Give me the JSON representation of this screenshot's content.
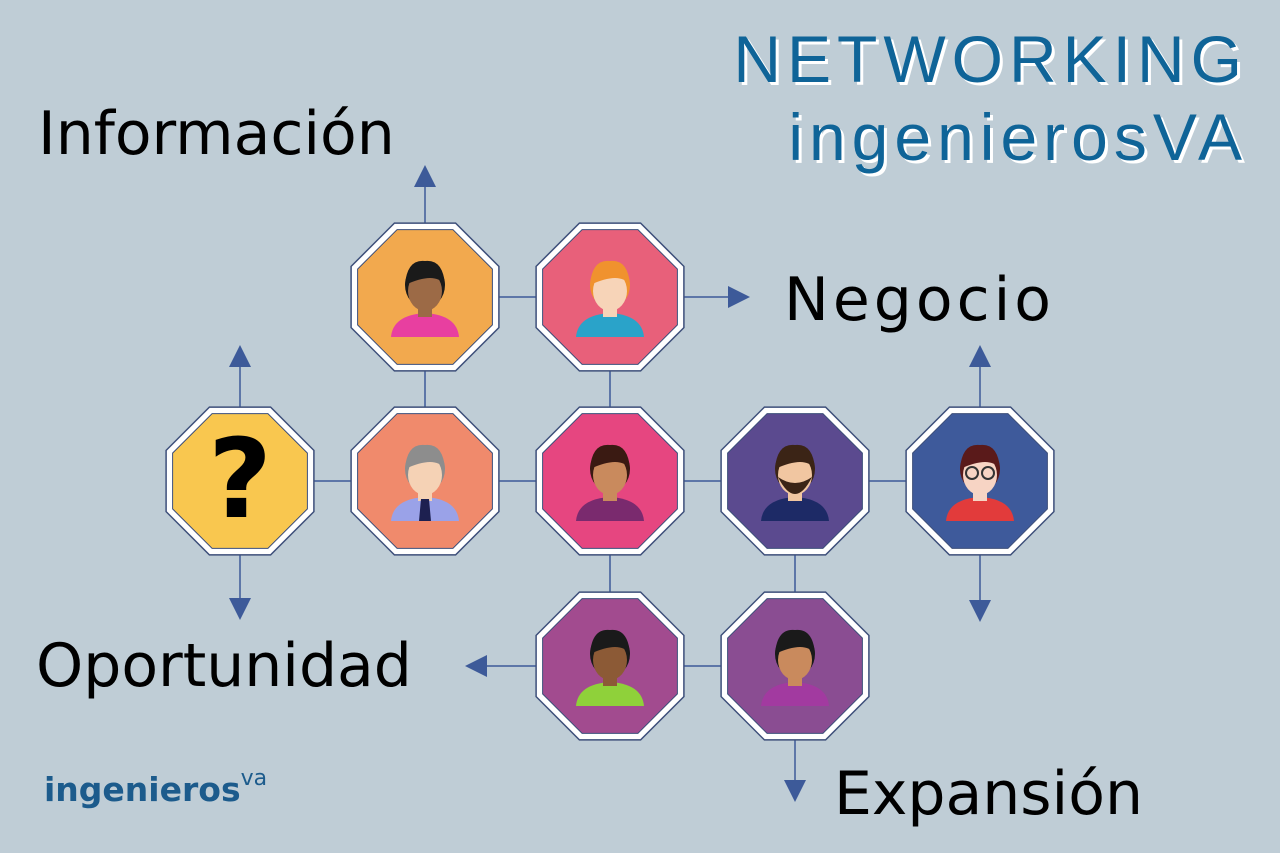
{
  "title": {
    "line1": "NETWORKING",
    "line2": "ingenierosVA"
  },
  "labels": {
    "informacion": "Información",
    "negocio": "Negocio",
    "oportunidad": "Oportunidad",
    "expansion": "Expansión"
  },
  "logo": {
    "main": "ingenieros",
    "sup": "va"
  },
  "question_mark": "?",
  "colors": {
    "background": "#bfcdd6",
    "arrow": "#3d5a99",
    "title": "#0f6498"
  },
  "nodes": [
    {
      "name": "woman-ponytail",
      "color": "#f2a94e",
      "skin": "#9c6a46",
      "hair": "#1a1a1a",
      "shirt": "#e83fa0"
    },
    {
      "name": "man-orange-hair",
      "color": "#e8607a",
      "skin": "#f7d4b8",
      "hair": "#f0922e",
      "shirt": "#2aa3c9"
    },
    {
      "name": "question",
      "color": "#f9c74f"
    },
    {
      "name": "older-man-tie",
      "color": "#f08a6c",
      "skin": "#f5d2b5",
      "hair": "#8d8d8d",
      "shirt": "#9aa2e8"
    },
    {
      "name": "woman-short-hair",
      "color": "#e64680",
      "skin": "#c98a5d",
      "hair": "#3a1a12",
      "shirt": "#7a2a6e"
    },
    {
      "name": "bearded-man",
      "color": "#5b4a8f",
      "skin": "#f1c6a1",
      "hair": "#3b2416",
      "shirt": "#1d2a66"
    },
    {
      "name": "woman-glasses",
      "color": "#3e5a9b",
      "skin": "#f7d4c4",
      "hair": "#5a1a1a",
      "shirt": "#e23b3b"
    },
    {
      "name": "man-dark-skin",
      "color": "#a24b8f",
      "skin": "#8c5a36",
      "hair": "#1a1a1a",
      "shirt": "#8fd13a"
    },
    {
      "name": "woman-curly-hair",
      "color": "#8a4d92",
      "skin": "#c98a5d",
      "hair": "#1a1a1a",
      "shirt": "#a23aa0"
    }
  ]
}
